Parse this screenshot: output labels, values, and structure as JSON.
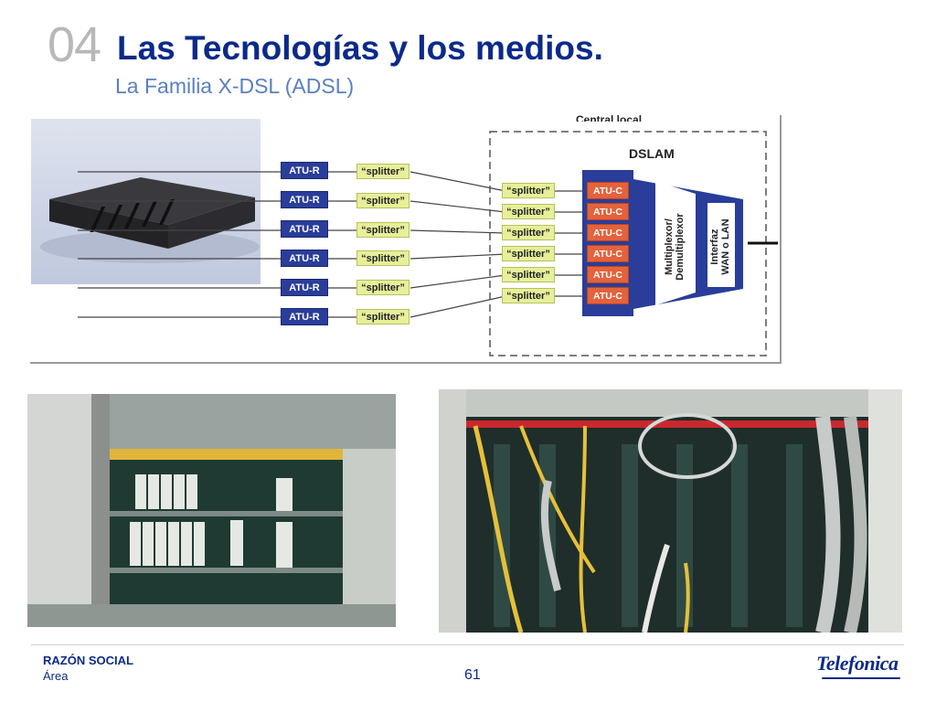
{
  "header": {
    "section_number": "04",
    "title": "Las Tecnologías y los medios.",
    "subtitle": "La Familia X-DSL (ADSL)"
  },
  "diagram": {
    "central_label": "Central local",
    "dslam_label": "DSLAM",
    "atu_r_label": "ATU-R",
    "splitter_label": "“splitter”",
    "atu_c_label": "ATU-C",
    "mux_label_1": "Multiplexor/",
    "mux_label_2": "Demultiplexor",
    "iface_label_1": "Interfaz",
    "iface_label_2": "WAN o LAN",
    "colors": {
      "atu_r": "#2a3d9a",
      "splitter": "#e7ef9a",
      "atu_c": "#e4623c",
      "dslam": "#2a3d9a"
    }
  },
  "footer": {
    "company": "RAZÓN SOCIAL",
    "area": "Área",
    "page_number": "61",
    "brand": "Telefonica"
  }
}
